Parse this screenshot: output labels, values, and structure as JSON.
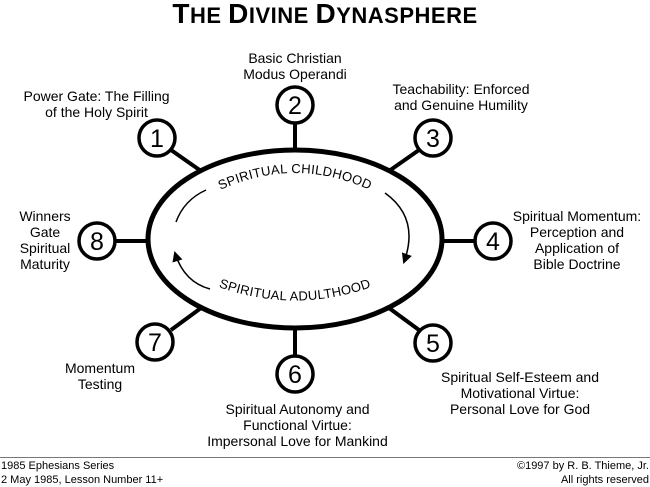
{
  "title": "The Divine Dynasphere",
  "ring": {
    "upper_label": "SPIRITUAL CHILDHOOD",
    "lower_label": "SPIRITUAL ADULTHOOD",
    "flow_direction": "clockwise"
  },
  "gates": [
    {
      "number": "1",
      "label": "Power Gate: The Filling\nof the Holy Spirit"
    },
    {
      "number": "2",
      "label": "Basic Christian\nModus Operandi"
    },
    {
      "number": "3",
      "label": "Teachability: Enforced\nand Genuine Humility"
    },
    {
      "number": "4",
      "label": "Spiritual Momentum:\nPerception and\nApplication of\nBible Doctrine"
    },
    {
      "number": "5",
      "label": "Spiritual Self-Esteem and\nMotivational Virtue:\nPersonal Love for God"
    },
    {
      "number": "6",
      "label": "Spiritual Autonomy and\nFunctional Virtue:\nImpersonal Love for Mankind"
    },
    {
      "number": "7",
      "label": "Momentum\nTesting"
    },
    {
      "number": "8",
      "label": "Winners\nGate\nSpiritual\nMaturity"
    }
  ],
  "footer": {
    "left": "1985 Ephesians Series\n2 May 1985, Lesson Number 11+",
    "right": "©1997 by R. B. Thieme, Jr.\nAll rights reserved"
  }
}
